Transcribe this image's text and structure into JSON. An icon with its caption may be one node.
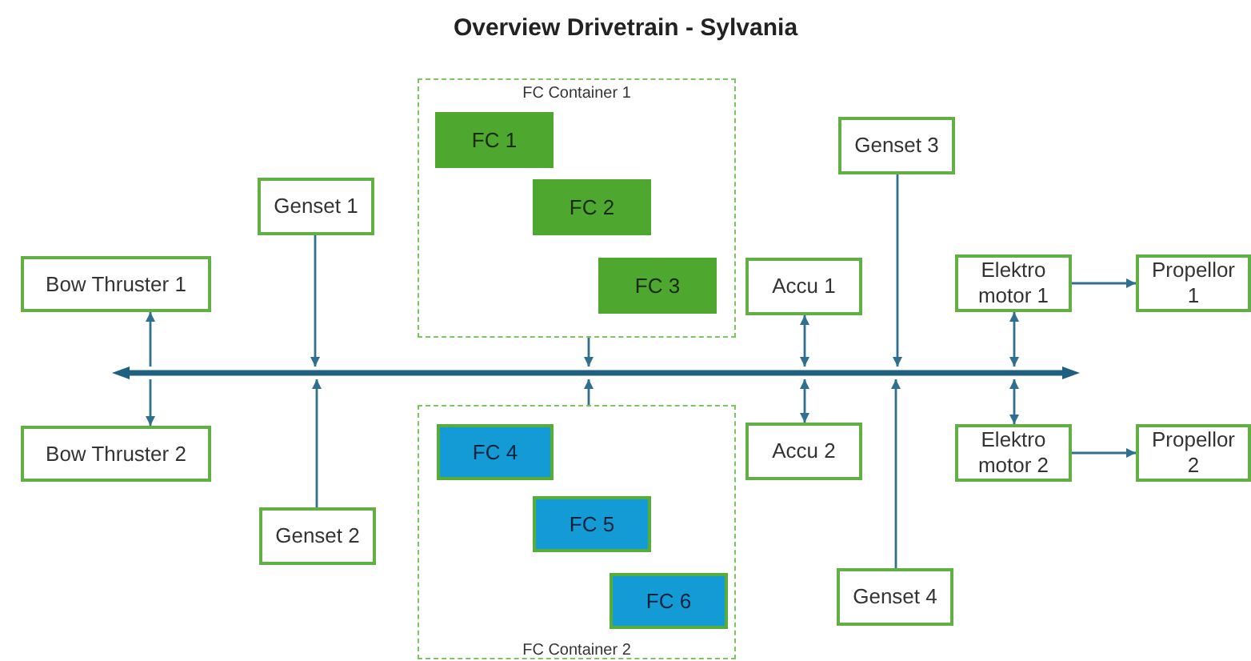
{
  "diagram": {
    "title": "Overview Drivetrain - Sylvania",
    "nodes": [
      {
        "text": [
          "FC Container 1"
        ]
      },
      {
        "text": [
          "FC 1"
        ],
        "in": 0
      },
      {
        "text": [
          "FC 2"
        ],
        "in": 0
      },
      {
        "text": [
          "FC 3"
        ],
        "in": 0
      },
      {
        "text": [
          "Genset 1"
        ]
      },
      {
        "text": [
          "Genset 3"
        ]
      },
      {
        "text": [
          "Bow Thruster 1"
        ]
      },
      {
        "text": [
          "Accu 1"
        ]
      },
      {
        "text": [
          "Elektro motor 1"
        ]
      },
      {
        "text": [
          "Propellor 1"
        ]
      },
      {
        "text": [],
        "shape": "bar"
      },
      {
        "text": [
          "Bow Thruster 2"
        ]
      },
      {
        "text": [
          "Accu 2"
        ]
      },
      {
        "text": [
          "Elektro motor 2"
        ]
      },
      {
        "text": [
          "Propellor 2"
        ]
      },
      {
        "text": [
          "FC Container 2"
        ]
      },
      {
        "text": [
          "FC 4"
        ],
        "in": 15
      },
      {
        "text": [
          "FC 5"
        ],
        "in": 15
      },
      {
        "text": [
          "FC 6"
        ],
        "in": 15
      },
      {
        "text": [
          "Genset 2"
        ]
      },
      {
        "text": [
          "Genset 4"
        ]
      }
    ],
    "edges": [
      {
        "from": 10,
        "to": 6,
        "arrow": "to"
      },
      {
        "from": 10,
        "to": 11,
        "arrow": "to"
      },
      {
        "from": 4,
        "to": 10,
        "arrow": "to"
      },
      {
        "from": 19,
        "to": 10,
        "arrow": "to"
      },
      {
        "from": 0,
        "to": 10,
        "arrow": "to"
      },
      {
        "from": 15,
        "to": 10,
        "arrow": "to"
      },
      {
        "from": 7,
        "to": 10,
        "arrow": "both"
      },
      {
        "from": 12,
        "to": 10,
        "arrow": "both"
      },
      {
        "from": 5,
        "to": 10,
        "arrow": "to"
      },
      {
        "from": 20,
        "to": 10,
        "arrow": "to"
      },
      {
        "from": 8,
        "to": 10,
        "arrow": "both"
      },
      {
        "from": 13,
        "to": 10,
        "arrow": "both"
      },
      {
        "from": 8,
        "to": 9,
        "arrow": "to"
      },
      {
        "from": 13,
        "to": 14,
        "arrow": "to"
      }
    ]
  }
}
